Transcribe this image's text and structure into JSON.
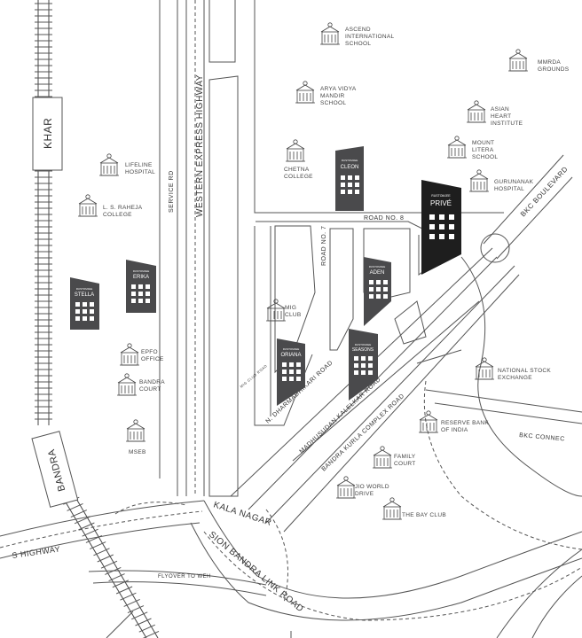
{
  "colors": {
    "building": "#4a4a4c",
    "building_highlight": "#1e1e1e",
    "road_outline": "#555555",
    "label": "#333333",
    "rail": "#444444"
  },
  "areas": {
    "khar": "KHAR",
    "bandra": "BANDRA",
    "kala_nagar": "KALA NAGAR"
  },
  "roads": {
    "western_express_highway": "WESTERN EXPRESS HIGHWAY",
    "service_rd": "SERVICE RD",
    "road_no_8": "ROAD NO. 8",
    "road_no_7": "ROAD NO. 7",
    "bkc_boulevard": "BKC BOULEVARD",
    "n_dharmadhikari_road": "N. DHARMADHIKARI ROAD",
    "madhusudan_kalelkar_road": "MADHUSUDAN KALELKAR ROAD",
    "bandra_kurla_complex_road": "BANDRA KURLA COMPLEX ROAD",
    "sion_bandra_link_road": "SION BANDRA LINK ROAD",
    "s_highway": "S HIGHWAY",
    "flyover_to_weh": "FLYOVER TO WEH",
    "bkc_connector": "BKC CONNEC",
    "mig_club_road": "MIG CLUB ROAD"
  },
  "buildings": {
    "brand": "RUSTOMJEE",
    "stella": "STELLA",
    "erika": "ERIKA",
    "cleon": "CLEON",
    "prive": "PRIVÉ",
    "aden": "ADEN",
    "oriana": "ORIANA",
    "seasons": "SEASONS"
  },
  "landmarks": {
    "ascend": [
      "ASCEND",
      "INTERNATIONAL",
      "SCHOOL"
    ],
    "mmrda": [
      "MMRDA",
      "GROUNDS"
    ],
    "arya_vidya": [
      "ARYA VIDYA",
      "MANDIR",
      "SCHOOL"
    ],
    "asian_heart": [
      "ASIAN",
      "HEART",
      "INSTITUTE"
    ],
    "mount_litera": [
      "MOUNT",
      "LITERA",
      "SCHOOL"
    ],
    "chetna": [
      "CHETNA",
      "COLLEGE"
    ],
    "gurunanak": [
      "GURUNANAK",
      "HOSPITAL"
    ],
    "lifeline": [
      "LIFELINE",
      "HOSPITAL"
    ],
    "raheja": [
      "L. S. RAHEJA",
      "COLLEGE"
    ],
    "mig_club": [
      "MIG",
      "CLUB"
    ],
    "epfo": [
      "EPFO",
      "OFFICE"
    ],
    "bandra_court": [
      "BANDRA",
      "COURT"
    ],
    "mseb": [
      "MSEB"
    ],
    "nse": [
      "NATIONAL STOCK",
      "EXCHANGE"
    ],
    "rbi": [
      "RESERVE BANK",
      "OF INDIA"
    ],
    "family_court": [
      "FAMILY",
      "COURT"
    ],
    "jio": [
      "JIO WORLD",
      "DRIVE"
    ],
    "bay_club": [
      "THE BAY CLUB"
    ]
  }
}
